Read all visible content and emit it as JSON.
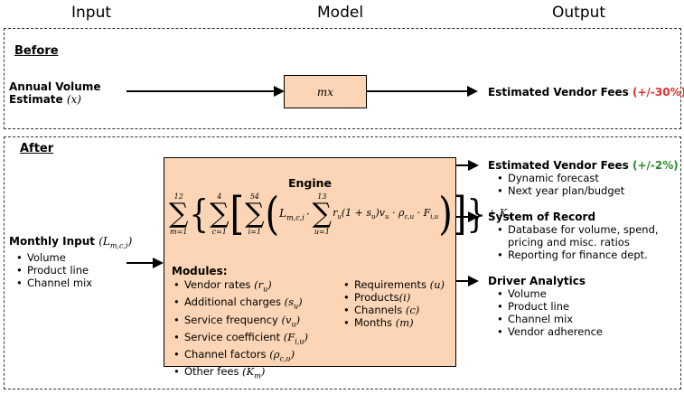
{
  "columns": {
    "input": "Input",
    "model": "Model",
    "output": "Output"
  },
  "before": {
    "title": "Before",
    "input_label_line1": "Annual Volume",
    "input_label_line2": "Estimate",
    "input_var": "(x)",
    "model_formula": "mx",
    "output_label": "Estimated Vendor Fees",
    "output_accuracy": "(+/-30%)",
    "accuracy_color": "#e0312f"
  },
  "after": {
    "title": "After",
    "input": {
      "label": "Monthly Input",
      "var": "(L",
      "var_sub": "m,c,i",
      "var_close": ")",
      "items": [
        "Volume",
        "Product line",
        "Channel mix"
      ]
    },
    "engine": {
      "title": "Engine",
      "modules_title": "Modules:",
      "modules_left": [
        {
          "label": "Vendor rates",
          "sym": "(r",
          "sub": "u",
          "close": ")"
        },
        {
          "label": "Additional charges",
          "sym": "(s",
          "sub": "u",
          "close": ")"
        },
        {
          "label": "Service frequency",
          "sym": "(v",
          "sub": "u",
          "close": ")"
        },
        {
          "label": "Service coefficient",
          "sym": "(F",
          "sub": "i,u",
          "close": ")"
        },
        {
          "label": "Channel factors",
          "sym": "(ρ",
          "sub": "c,u",
          "close": ")"
        },
        {
          "label": "Other fees",
          "sym": "(K",
          "sub": "m",
          "close": ")"
        }
      ],
      "modules_right": [
        {
          "label": "Requirements",
          "sym": "(u)"
        },
        {
          "label": "Products",
          "sym": "(i)"
        },
        {
          "label": "Channels",
          "sym": "(c)"
        },
        {
          "label": "Months",
          "sym": "(m)"
        }
      ]
    },
    "outputs": [
      {
        "label": "Estimated Vendor Fees",
        "accuracy": "(+/-2%)",
        "accuracy_color": "#2d8a2d",
        "items": [
          "Dynamic forecast",
          "Next year plan/budget"
        ]
      },
      {
        "label": "System of Record",
        "items": [
          "Database for volume, spend,",
          "pricing and misc. ratios",
          "Reporting for finance dept."
        ]
      },
      {
        "label": "Driver Analytics",
        "items": [
          "Volume",
          "Product line",
          "Channel mix",
          "Vendor adherence"
        ]
      }
    ]
  }
}
